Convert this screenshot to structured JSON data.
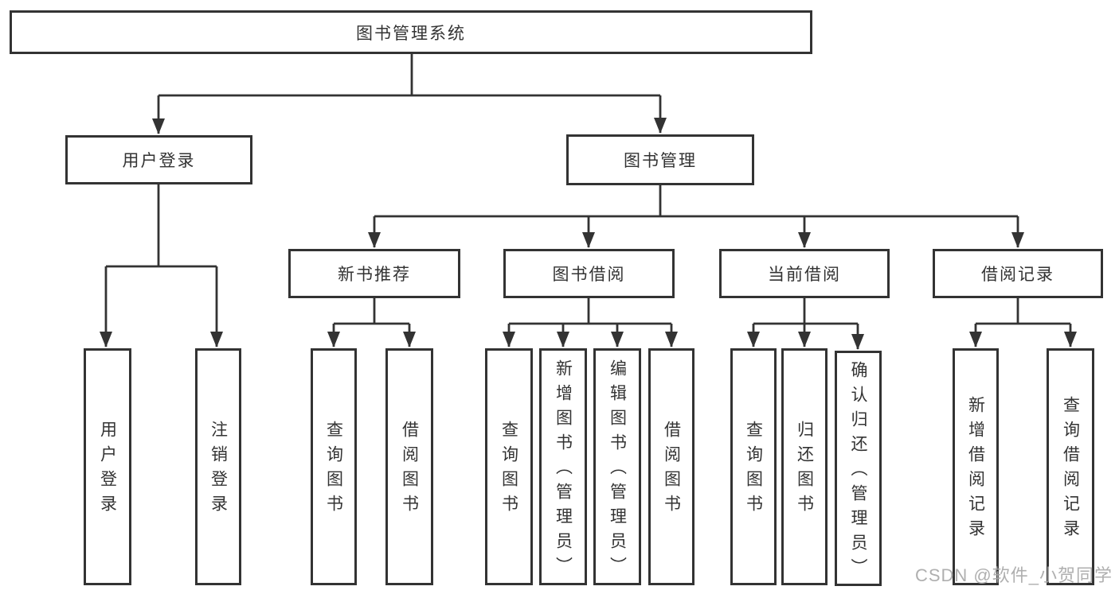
{
  "diagram": {
    "type": "tree",
    "line_color": "#333333",
    "box_background": "#ffffff",
    "root": {
      "label": "图书管理系统"
    },
    "branches": [
      {
        "label": "用户登录",
        "children": [
          {
            "label": "用户登录"
          },
          {
            "label": "注销登录"
          }
        ]
      },
      {
        "label": "图书管理",
        "groups": [
          {
            "label": "新书推荐",
            "children": [
              {
                "label": "查询图书"
              },
              {
                "label": "借阅图书"
              }
            ]
          },
          {
            "label": "图书借阅",
            "children": [
              {
                "label": "查询图书"
              },
              {
                "label": "新增图书（管理员）"
              },
              {
                "label": "编辑图书（管理员）"
              },
              {
                "label": "借阅图书"
              }
            ]
          },
          {
            "label": "当前借阅",
            "children": [
              {
                "label": "查询图书"
              },
              {
                "label": "归还图书"
              },
              {
                "label": "确认归还（管理员）"
              }
            ]
          },
          {
            "label": "借阅记录",
            "children": [
              {
                "label": "新增借阅记录"
              },
              {
                "label": "查询借阅记录"
              }
            ]
          }
        ]
      }
    ]
  },
  "watermark": {
    "text": "CSDN @软件_小贺同学",
    "color": "#a9a9a9"
  }
}
